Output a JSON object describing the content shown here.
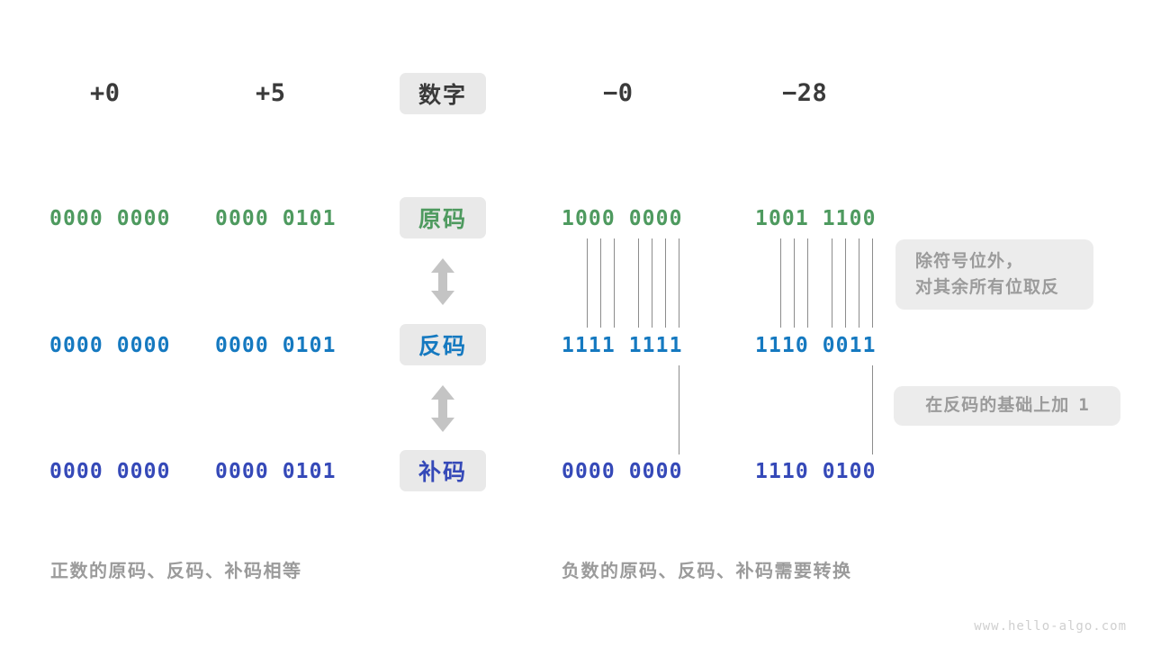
{
  "palette": {
    "text_dark": "#3a3a3a",
    "green": "#4e9a5f",
    "blue": "#1579c0",
    "indigo": "#3549b8",
    "badge_bg": "#e9e9e9",
    "note_bg": "#ececec",
    "note_text": "#9b9b9b",
    "line": "#8c8c8c",
    "arrow": "#c4c4c4",
    "background": "#ffffff",
    "watermark": "#cfcfcf"
  },
  "header": {
    "label_badge": "数字",
    "positive": [
      {
        "value": "+0"
      },
      {
        "value": "+5"
      }
    ],
    "negative": [
      {
        "value": "−0"
      },
      {
        "value": "−28"
      }
    ]
  },
  "rows": [
    {
      "badge": "原码",
      "color": "green",
      "cells": [
        "0000 0000",
        "0000 0101",
        "1000 0000",
        "1001 1100"
      ]
    },
    {
      "badge": "反码",
      "color": "blue",
      "cells": [
        "0000 0000",
        "0000 0101",
        "1111 1111",
        "1110 0011"
      ]
    },
    {
      "badge": "补码",
      "color": "indigo",
      "cells": [
        "0000 0000",
        "0000 0101",
        "0000 0000",
        "1110 0100"
      ]
    }
  ],
  "notes": [
    {
      "line1": "除符号位外，",
      "line2": "对其余所有位取反"
    },
    {
      "line1": "在反码的基础上加",
      "suffix": "1"
    }
  ],
  "captions": {
    "left": "正数的原码、反码、补码相等",
    "right": "负数的原码、反码、补码需要转换"
  },
  "watermark": "www.hello-algo.com"
}
